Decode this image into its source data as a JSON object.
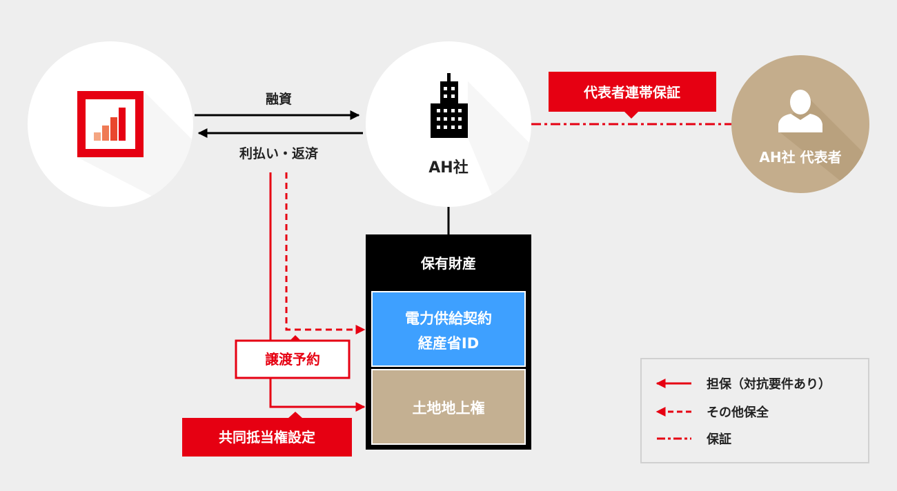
{
  "flow": {
    "loan": "融資",
    "repayment": "利払い・返済"
  },
  "company": {
    "name": "AH社"
  },
  "representative": {
    "name": "AH社 代表者"
  },
  "guarantee_label": "代表者連帯保証",
  "assets": {
    "title": "保有財産",
    "contract_line1": "電力供給契約",
    "contract_line2": "経産省ID",
    "land": "土地地上権"
  },
  "transfer_reservation": "譲渡予約",
  "mortgage": "共同抵当権設定",
  "legend": {
    "security": "担保（対抗要件あり）",
    "other": "その他保全",
    "guarantee": "保証"
  },
  "colors": {
    "brand_red": "#e60012",
    "company_blue": "#3ea0ff",
    "land_tan": "#c4b092",
    "rep_tan": "#c4ad8c"
  }
}
